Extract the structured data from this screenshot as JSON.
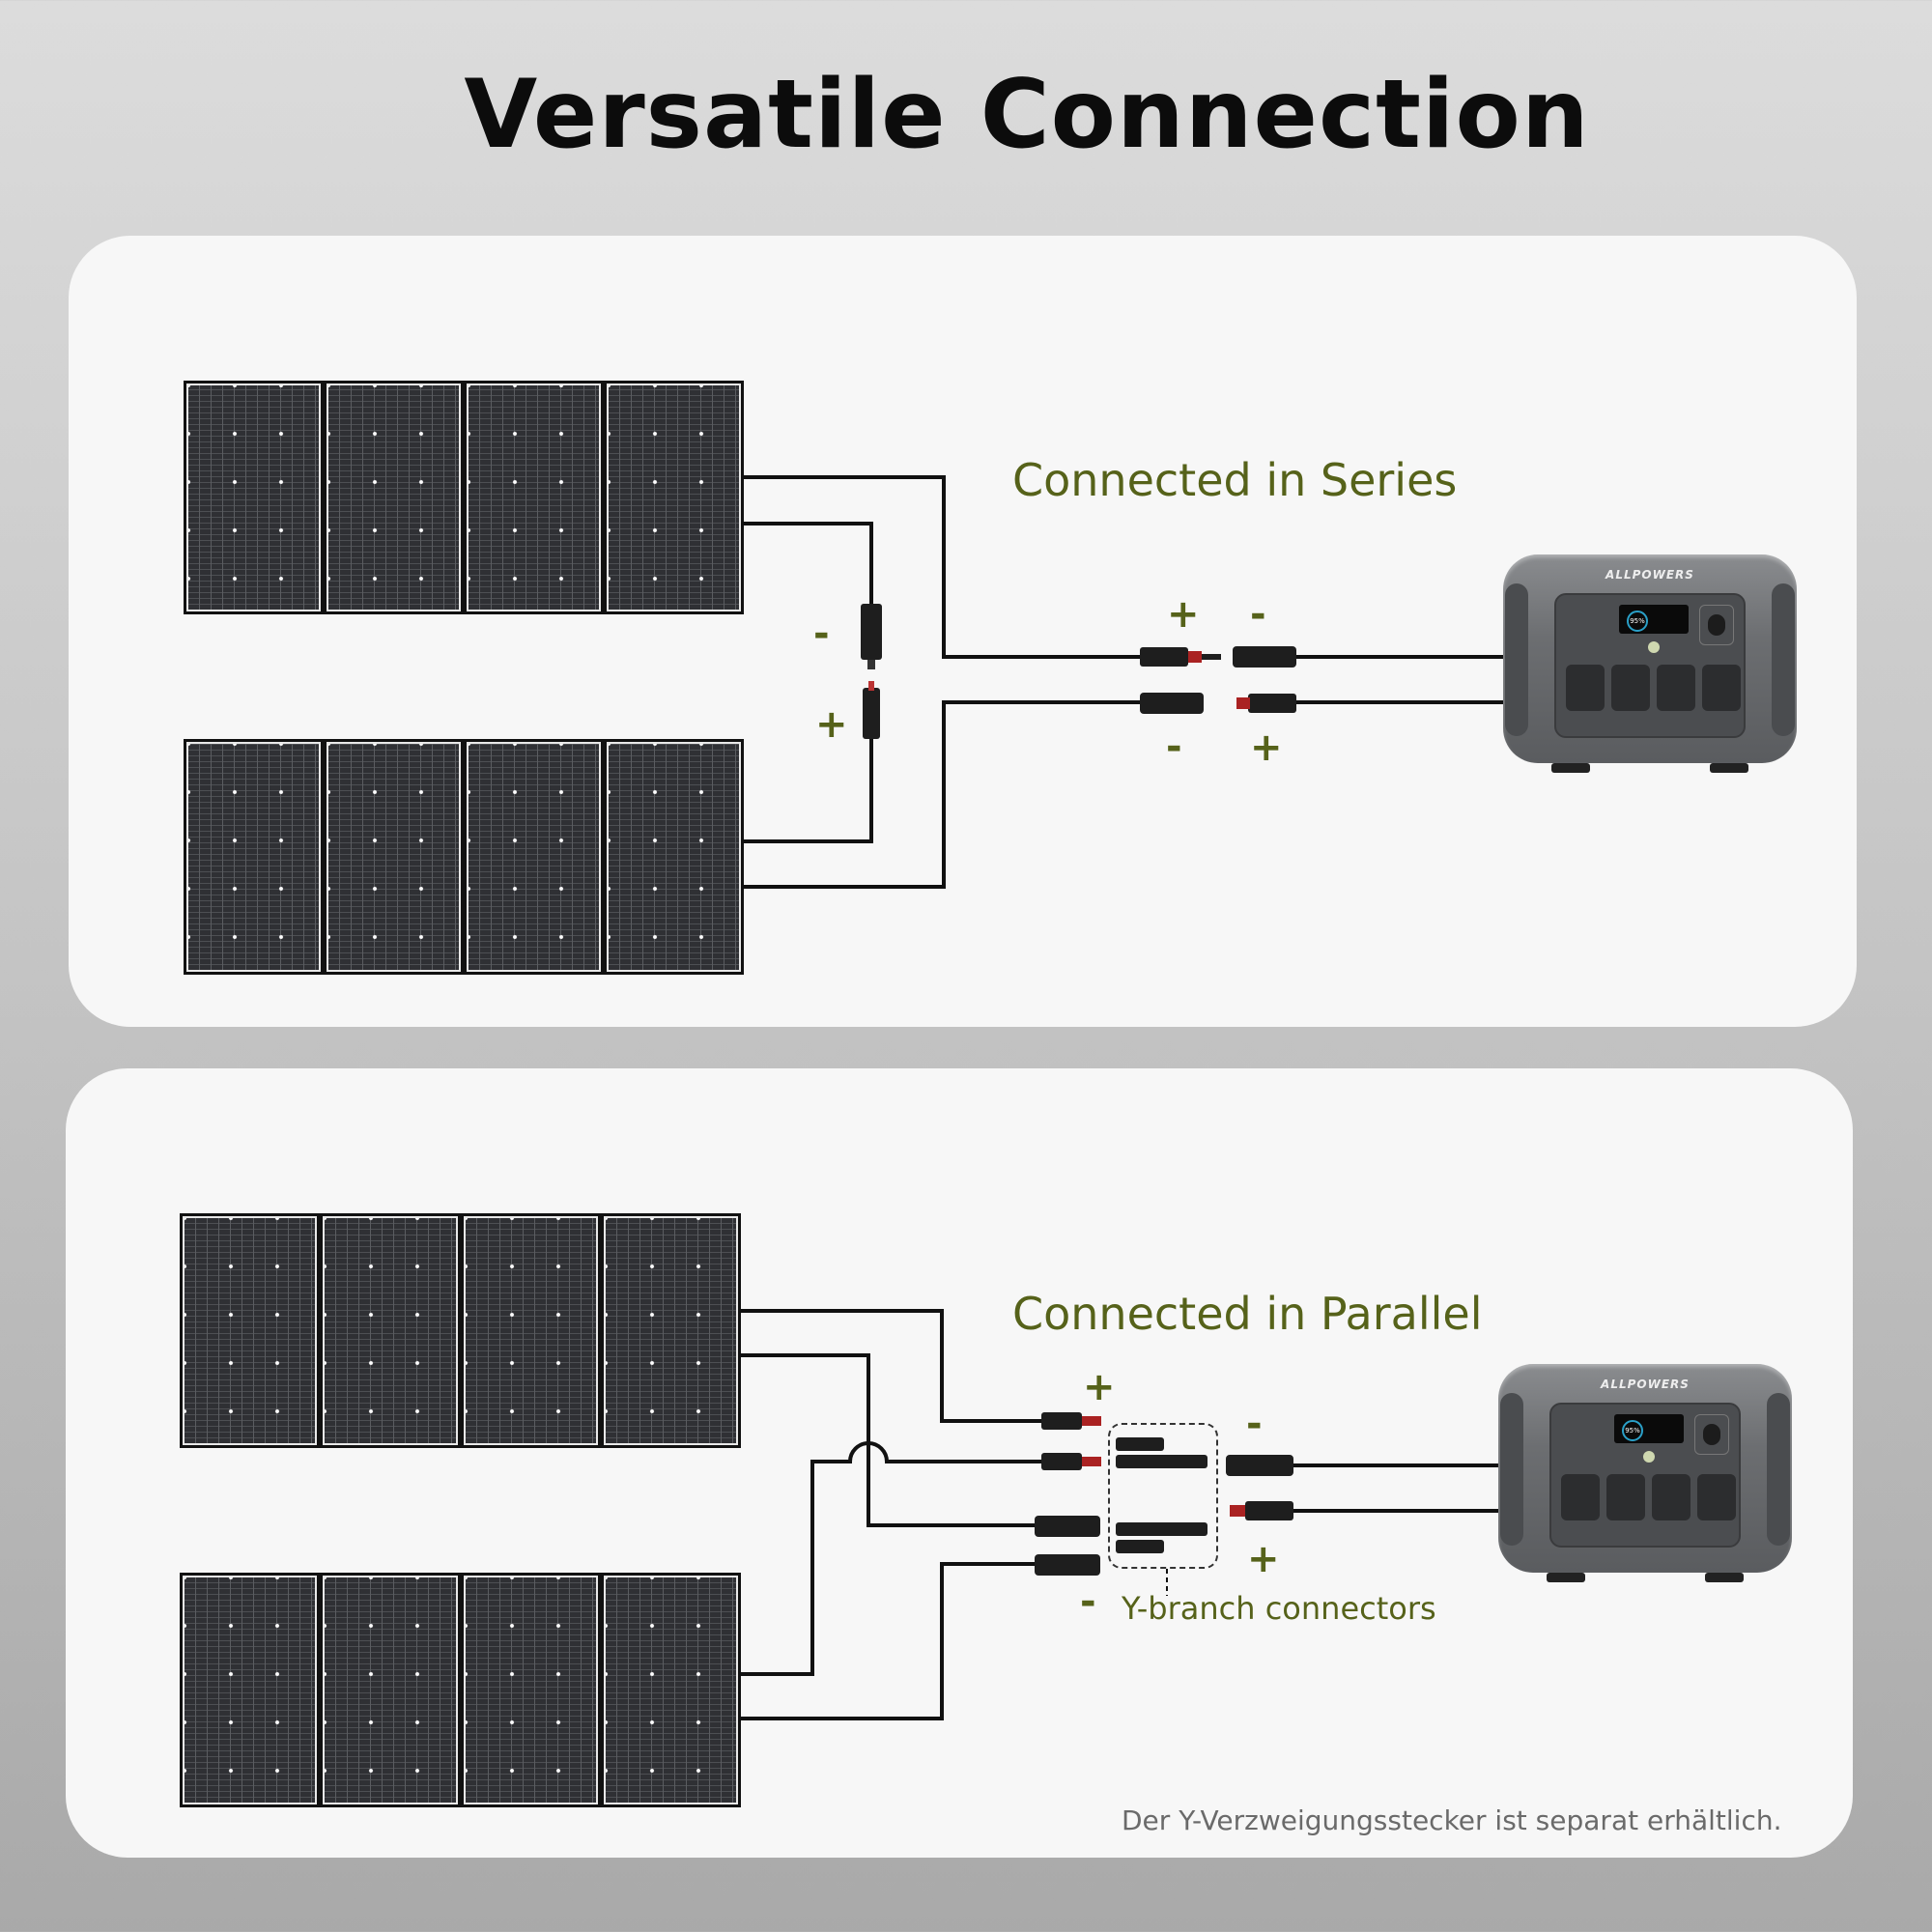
{
  "title": "Versatile Connection",
  "series_section": {
    "heading": "Connected in Series",
    "signs": {
      "panel_neg": "-",
      "panel_pos": "+",
      "top_pos": "+",
      "top_neg": "-",
      "bottom_neg": "-",
      "bottom_pos": "+"
    }
  },
  "parallel_section": {
    "heading": "Connected in Parallel",
    "signs": {
      "left_pos": "+",
      "left_neg": "-",
      "right_neg": "-",
      "right_pos": "+"
    },
    "ybranch_label": "Y-branch connectors",
    "footnote": "Der Y-Verzweigungsstecker ist separat erhältlich."
  },
  "power_station": {
    "brand": "ALLPOWERS",
    "battery_display": "95%"
  },
  "colors": {
    "accent": "#56621a",
    "wire": "#111111",
    "card": "#f7f7f7"
  }
}
